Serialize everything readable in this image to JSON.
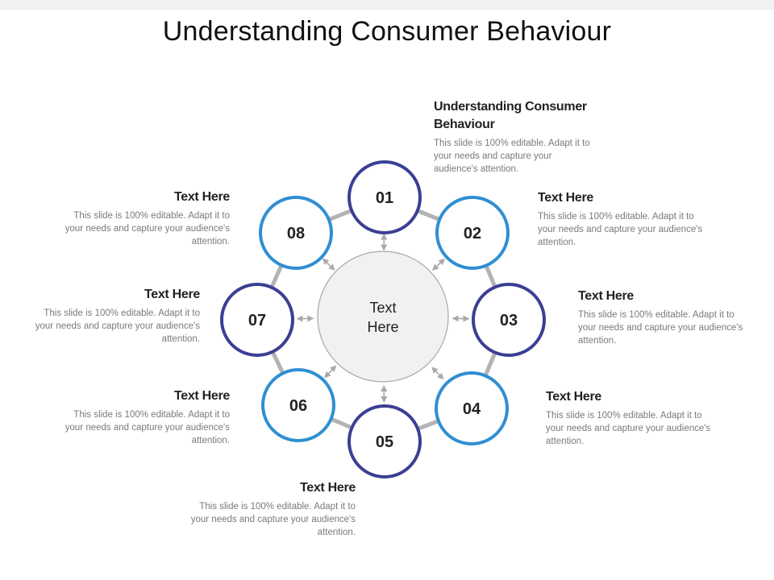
{
  "title": "Understanding Consumer Behaviour",
  "center": {
    "lines": [
      "Text",
      "Here"
    ]
  },
  "colors": {
    "dark_ring": "#3b3f93",
    "light_ring": "#2f8fd2",
    "connector": "#b3b3b3",
    "center_fill": "#f1f1f1",
    "center_stroke": "#a8a8a8",
    "arrow": "#a9a9a9"
  },
  "nodes": [
    {
      "label": "01",
      "ring": "dark"
    },
    {
      "label": "02",
      "ring": "light"
    },
    {
      "label": "03",
      "ring": "dark"
    },
    {
      "label": "04",
      "ring": "light"
    },
    {
      "label": "05",
      "ring": "dark"
    },
    {
      "label": "06",
      "ring": "light"
    },
    {
      "label": "07",
      "ring": "dark"
    },
    {
      "label": "08",
      "ring": "light"
    }
  ],
  "blocks": [
    {
      "heading": "Understanding Consumer Behaviour",
      "body": "This slide is 100% editable. Adapt it to your needs and capture your audience's attention."
    },
    {
      "heading": "Text Here",
      "body": "This slide is 100% editable. Adapt it to your needs and capture your audience's attention."
    },
    {
      "heading": "Text Here",
      "body": "This slide is 100% editable. Adapt it to your needs and capture your audience's attention."
    },
    {
      "heading": "Text Here",
      "body": "This slide is 100% editable. Adapt it to your needs and capture your audience's attention."
    },
    {
      "heading": "Text Here",
      "body": "This slide is 100% editable. Adapt it to your needs and capture your audience's attention."
    },
    {
      "heading": "Text Here",
      "body": "This slide is 100% editable. Adapt it to your needs and capture your audience's attention."
    },
    {
      "heading": "Text Here",
      "body": "This slide is 100% editable. Adapt it to your needs and capture your audience's attention."
    },
    {
      "heading": "Text Here",
      "body": "This slide is 100% editable. Adapt it to your needs and capture your audience's attention."
    }
  ]
}
